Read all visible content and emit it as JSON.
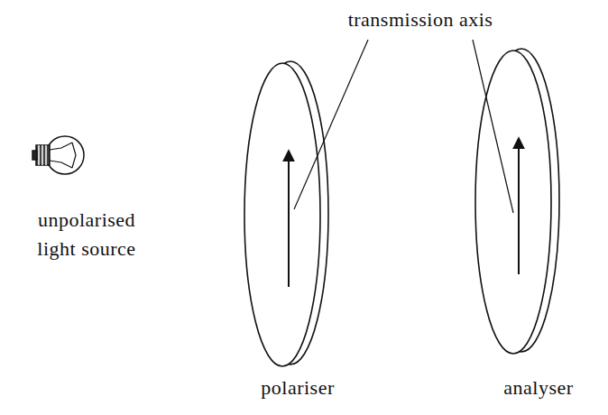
{
  "diagram": {
    "labels": [
      "transmission axis",
      "unpolarised light source",
      "polariser",
      "analyser"
    ]
  }
}
